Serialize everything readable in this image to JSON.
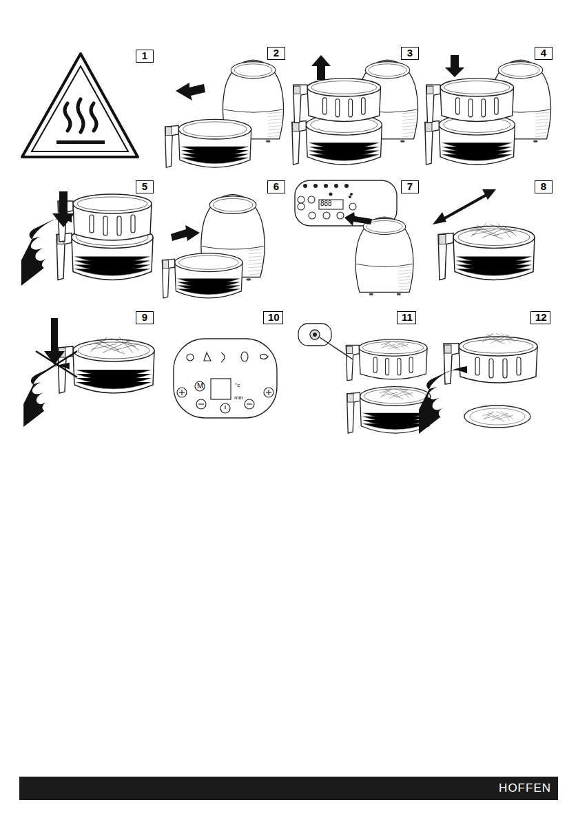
{
  "diagram": {
    "nodes": [
      {
        "text": [
          "1"
        ]
      },
      {
        "text": [
          "2"
        ]
      },
      {
        "text": [
          "3"
        ]
      },
      {
        "text": [
          "4"
        ]
      },
      {
        "text": [
          "5"
        ]
      },
      {
        "text": [
          "6"
        ]
      },
      {
        "text": [
          "7"
        ]
      },
      {
        "text": [
          "8"
        ]
      },
      {
        "text": [
          "9"
        ]
      },
      {
        "text": [
          "10"
        ]
      },
      {
        "text": [
          "11"
        ]
      },
      {
        "text": [
          "12"
        ]
      },
      {
        "text": [
          "HOFFEN"
        ]
      }
    ],
    "labels": [
      "888",
      "M",
      "°c",
      "min"
    ]
  }
}
